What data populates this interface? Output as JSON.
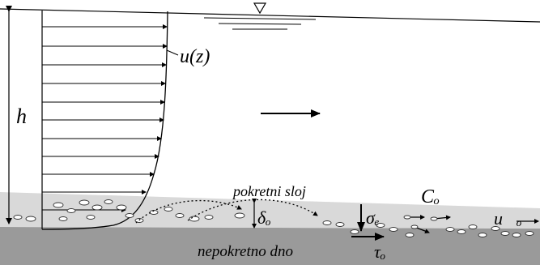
{
  "labels": {
    "depth": "h",
    "velocity_profile": "u(z)",
    "moving_layer": "pokretni sloj",
    "layer_thickness": "δₒ",
    "normal_stress": "σₑ",
    "concentration": "Cₒ",
    "particle_velocity": "u⃗ₒ",
    "shear_stress": "τₒ",
    "immobile_bed": "nepokretno dno"
  },
  "colors": {
    "moving_layer": "#d9d9d9",
    "immobile_bed": "#9a9a9a",
    "line": "#000000"
  },
  "icons": [
    "water-surface-triangle-icon"
  ]
}
